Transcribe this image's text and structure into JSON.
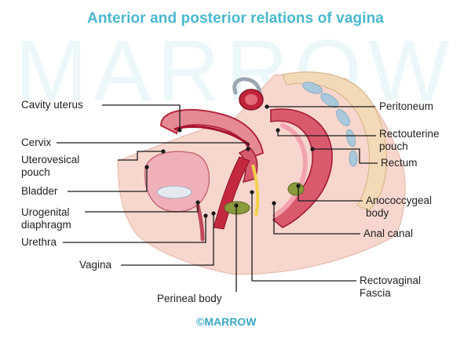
{
  "title": "Anterior and posterior relations of vagina",
  "watermark": "MARROW",
  "footer": "©MARROW",
  "colors": {
    "title": "#49b8cf",
    "leader_line": "#1a1a1a",
    "skin": "#f3c7bd",
    "uterus": "#e07a86",
    "uterus_dark": "#b5283d",
    "bladder": "#d9dde6",
    "rectum": "#d8445a",
    "spine": "#f0d4b0",
    "fascia_yellow": "#f2d14a",
    "feces": "#8a9a3c"
  },
  "labels": {
    "cavity_uterus": "Cavity uterus",
    "cervix": "Cervix",
    "uterovesical_pouch_1": "Uterovesical",
    "uterovesical_pouch_2": "pouch",
    "bladder": "Bladder",
    "urogenital_diaphragm_1": "Urogenital",
    "urogenital_diaphragm_2": "diaphragm",
    "urethra": "Urethra",
    "vagina": "Vagina",
    "perineal_body": "Perineal body",
    "peritoneum": "Peritoneum",
    "rectouterine_pouch_1": "Rectouterine",
    "rectouterine_pouch_2": "pouch",
    "rectum": "Rectum",
    "anococcygeal_body_1": "Anococcygeal",
    "anococcygeal_body_2": "body",
    "anal_canal": "Anal canal",
    "rectovaginal_fascia_1": "Rectovaginal",
    "rectovaginal_fascia_2": "Fascia"
  }
}
